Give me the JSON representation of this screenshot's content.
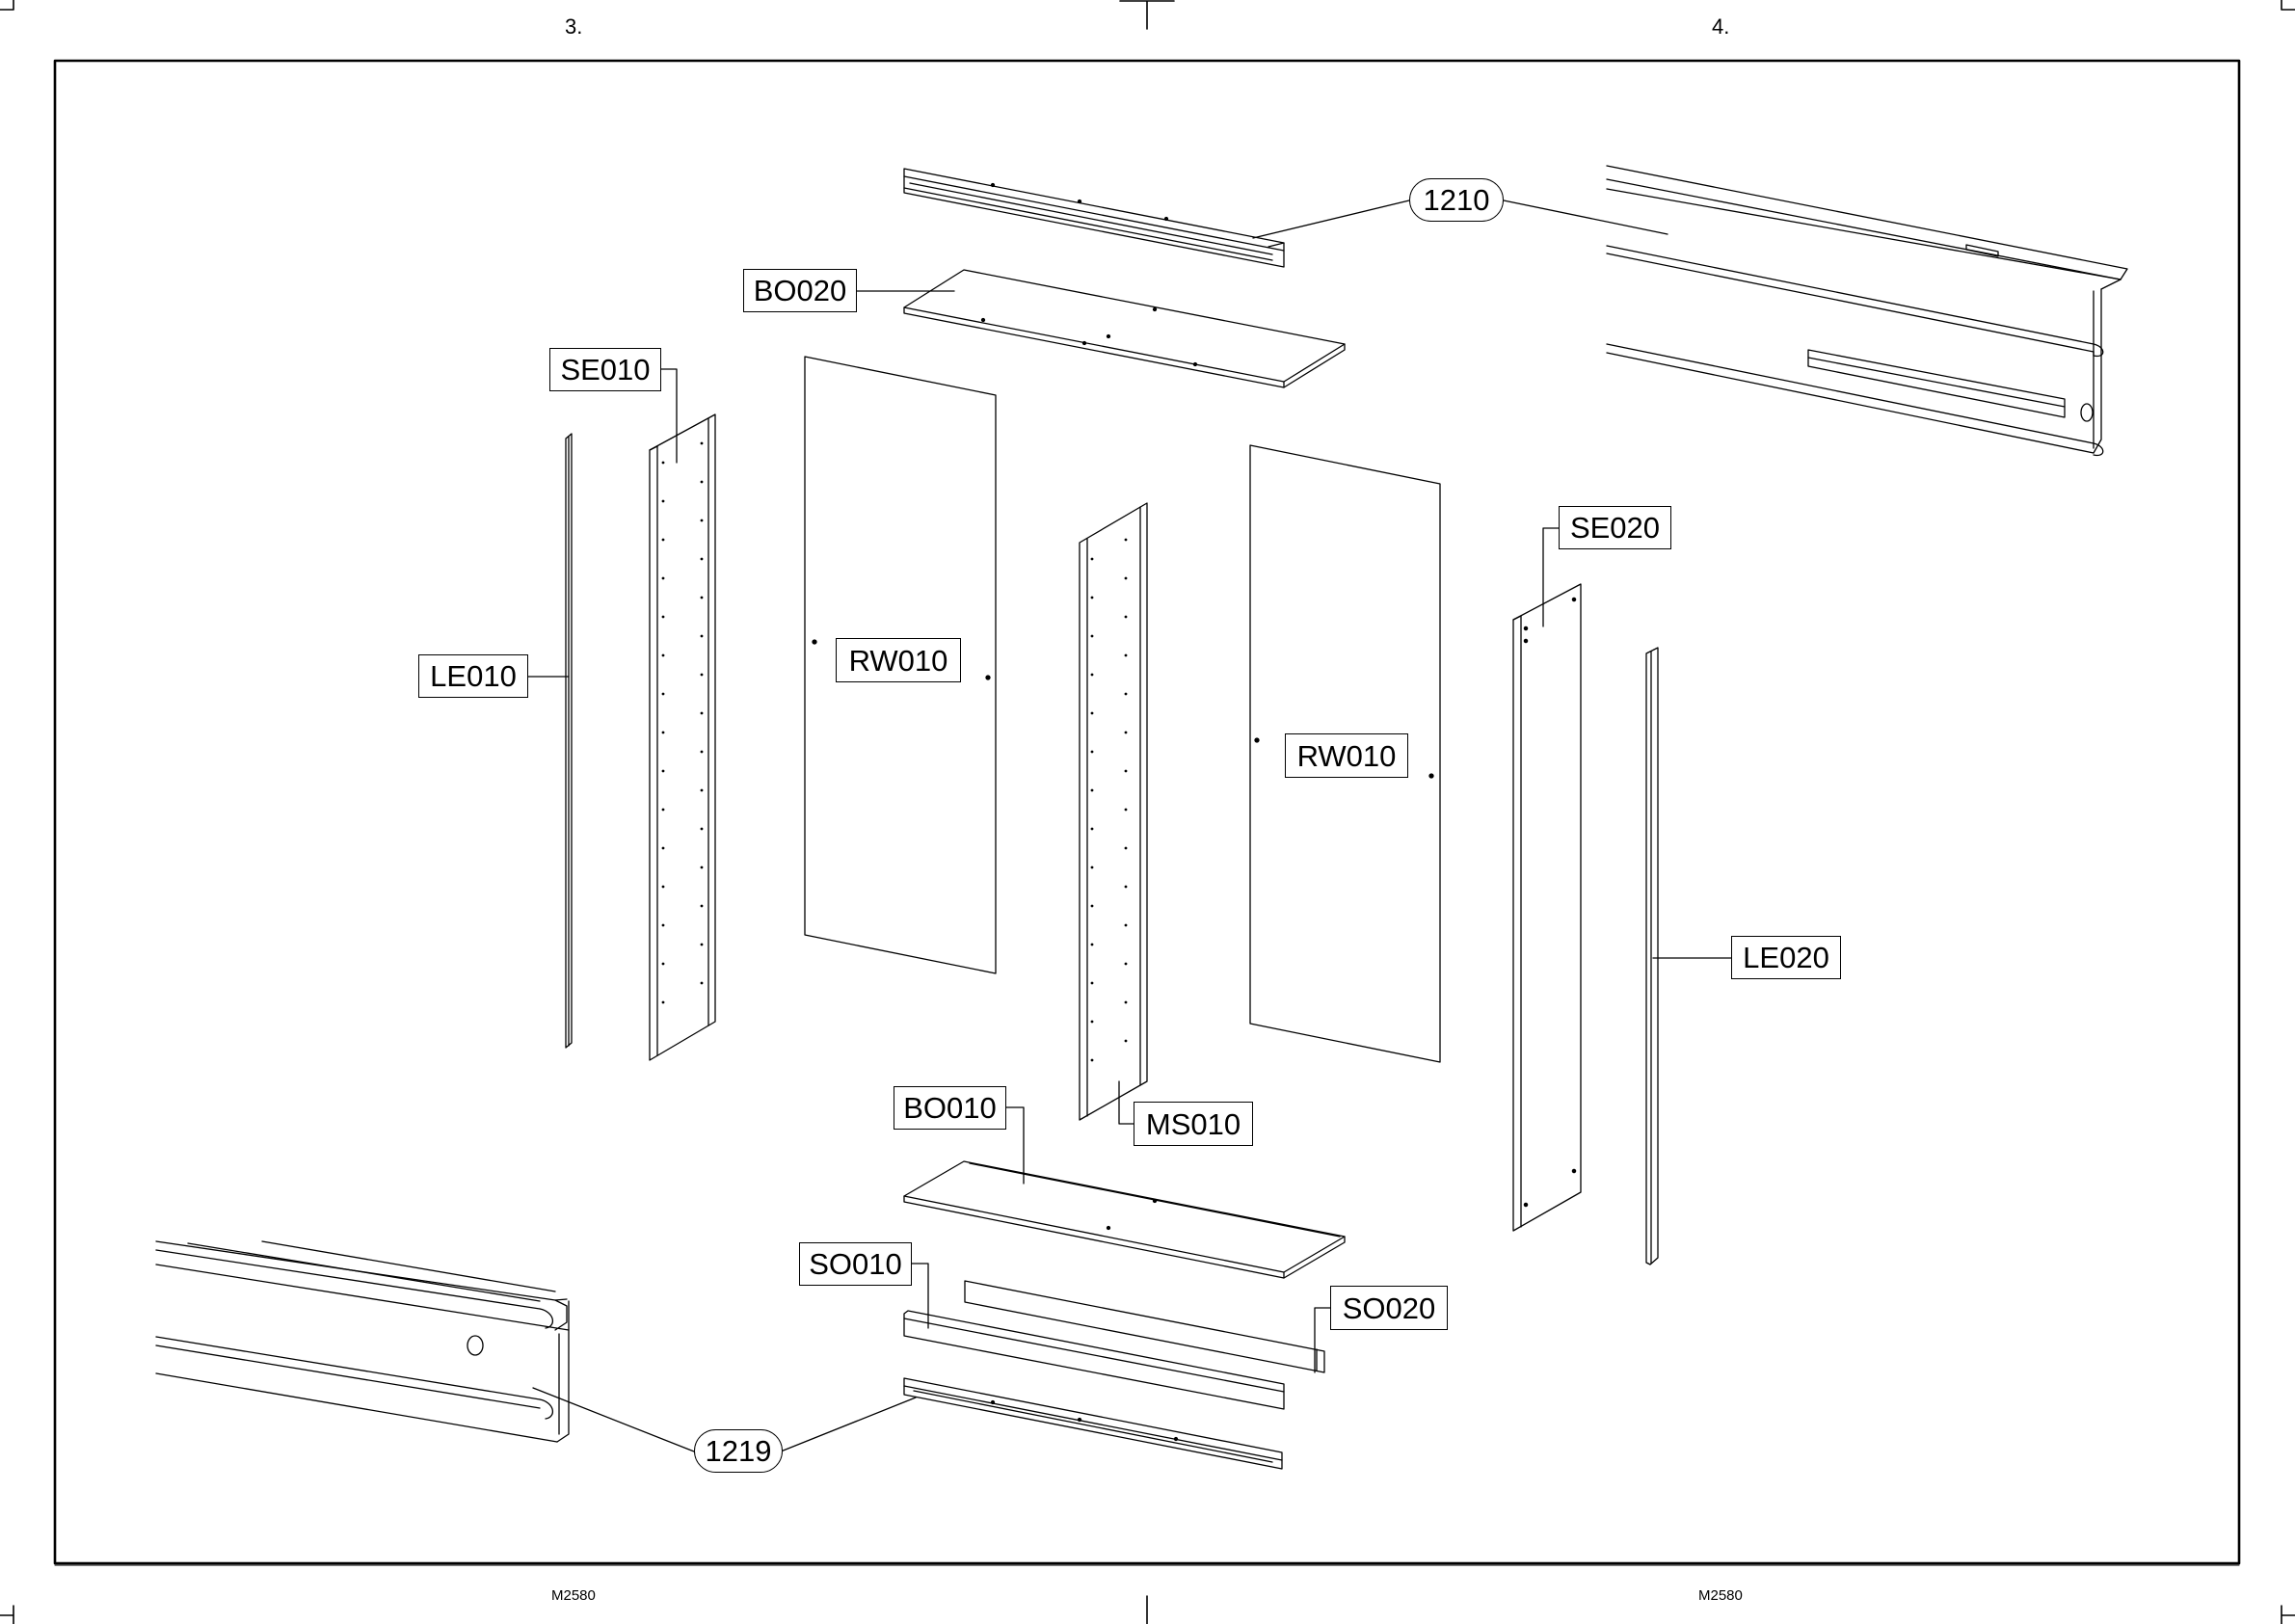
{
  "header": {
    "page_left": "3.",
    "page_right": "4."
  },
  "footer": {
    "code_left": "M2580",
    "code_right": "M2580"
  },
  "parts": {
    "hw_1210": "1210",
    "hw_1219": "1219",
    "bo020": "BO020",
    "bo010": "BO010",
    "se010": "SE010",
    "se020": "SE020",
    "le010": "LE010",
    "le020": "LE020",
    "rw010_left": "RW010",
    "rw010_right": "RW010",
    "ms010": "MS010",
    "so010": "SO010",
    "so020": "SO020"
  },
  "colors": {
    "ink": "#000000",
    "paper": "#ffffff"
  }
}
